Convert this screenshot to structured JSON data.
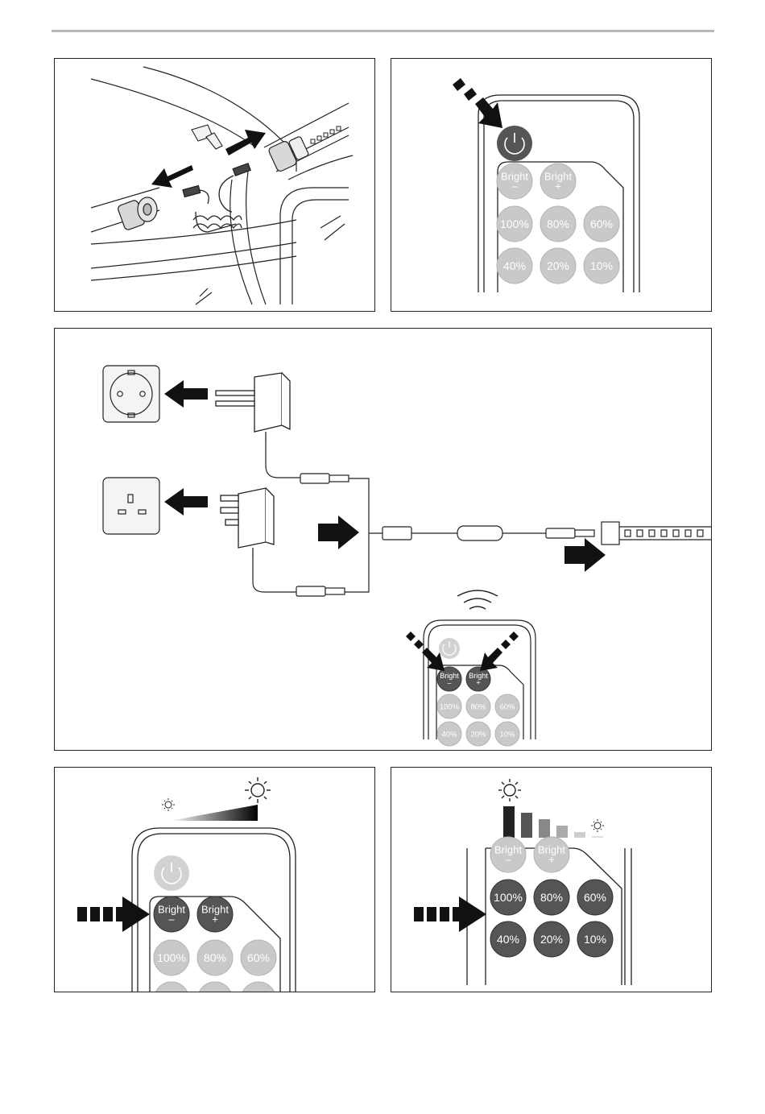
{
  "remote": {
    "bright_label": "Bright",
    "minus": "–",
    "plus": "+",
    "levels": [
      "100%",
      "80%",
      "60%",
      "40%",
      "20%",
      "10%"
    ]
  },
  "colors": {
    "inactive_button": "#c9c9c9",
    "inactive_text": "#ffffff",
    "active_button": "#555555",
    "active_text": "#ffffff",
    "arrow": "#111111",
    "line": "#222222"
  },
  "icons": [
    "power-icon",
    "sun-icon",
    "arrow-icon",
    "eu-socket-icon",
    "uk-socket-icon",
    "plug-adapter-icon",
    "led-strip-icon",
    "wireless-signal-icon"
  ]
}
